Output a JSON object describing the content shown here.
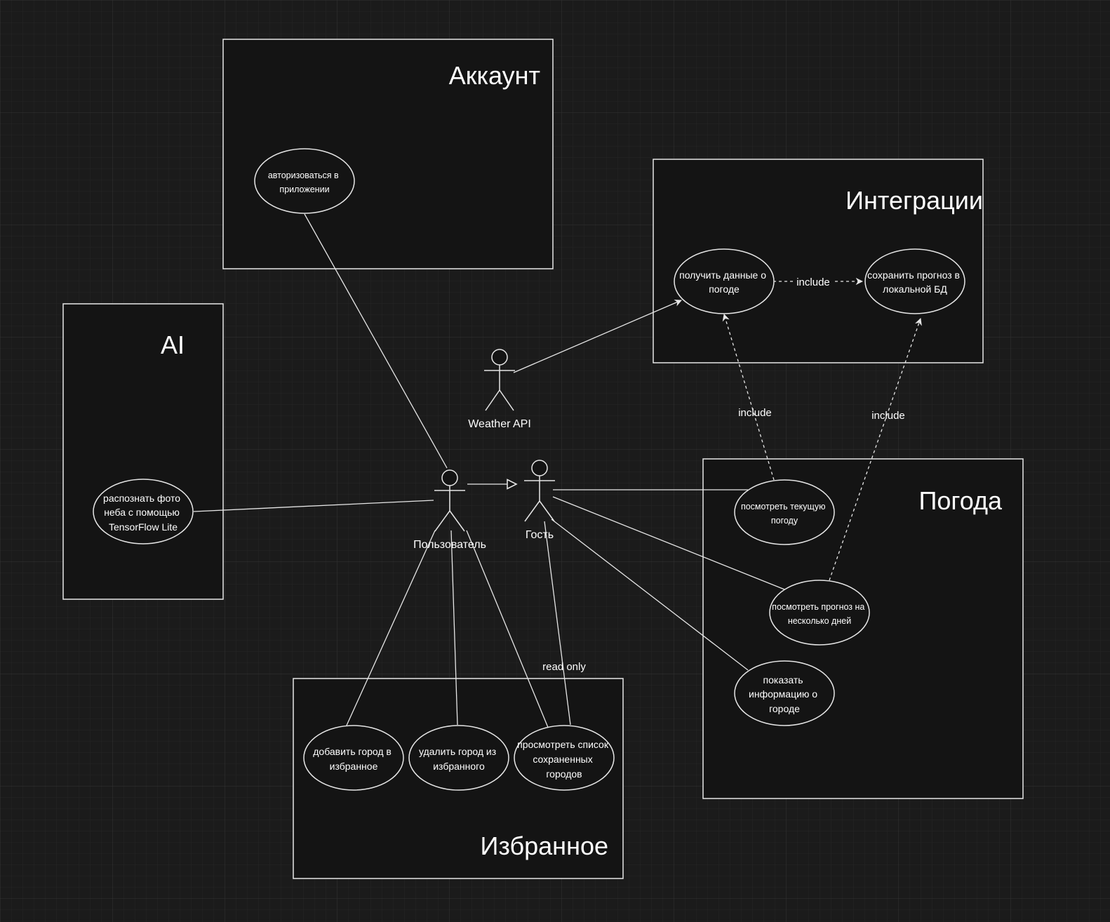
{
  "boxes": {
    "account": "Аккаунт",
    "integrations": "Интеграции",
    "ai": "AI",
    "weather": "Погода",
    "favorites": "Избранное"
  },
  "use_cases": {
    "auth": [
      "авторизоваться в",
      "приложении"
    ],
    "get_weather": [
      "получить данные о",
      "погоде"
    ],
    "save_forecast": [
      "сохранить прогноз в",
      "локальной БД"
    ],
    "recognize_photo": [
      "распознать фото",
      "неба с помощью",
      "TensorFlow Lite"
    ],
    "current_weather": [
      "посмотреть текущую",
      "погоду"
    ],
    "forecast_days": [
      "посмотреть прогноз на",
      "несколько дней"
    ],
    "city_info": [
      "показать",
      "информацию о",
      "городе"
    ],
    "add_city": [
      "добавить город в",
      "избранное"
    ],
    "remove_city": [
      "удалить город из",
      "избранного"
    ],
    "view_saved": [
      "просмотреть список",
      "сохраненных",
      "городов"
    ]
  },
  "actors": {
    "weather_api": "Weather API",
    "user": "Пользователь",
    "guest": "Гость"
  },
  "edge_labels": {
    "include_top": "include",
    "include_current": "include",
    "include_forecast": "include",
    "read_only": "read only"
  }
}
